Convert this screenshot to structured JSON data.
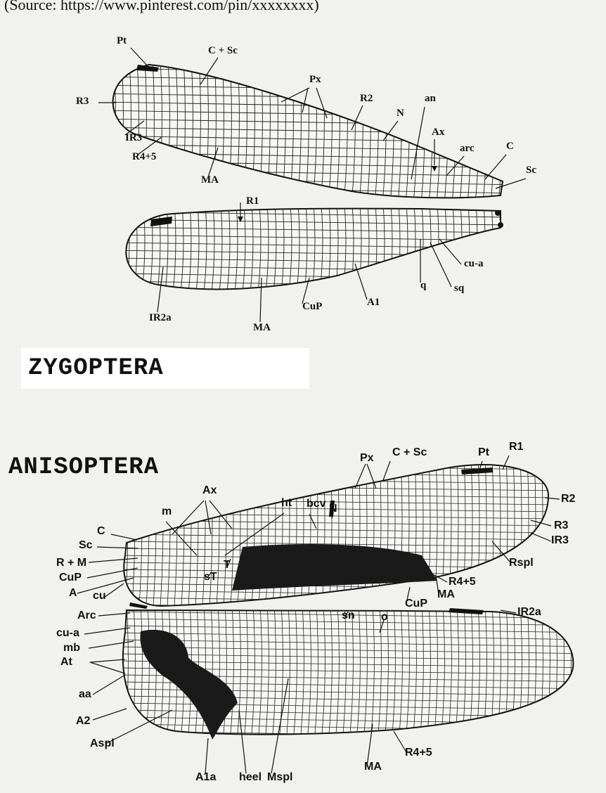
{
  "top_caption": "(Source: https://www.pinterest.com/pin/xxxxxxxx)",
  "zygoptera": {
    "title": "ZYGOPTERA",
    "labels": [
      "Pt",
      "C + Sc",
      "Px",
      "R2",
      "N",
      "an",
      "Ax",
      "arc",
      "C",
      "Sc",
      "R3",
      "IR3",
      "R4+5",
      "MA",
      "R1",
      "cu-a",
      "sq",
      "q",
      "A1",
      "CuP",
      "MA",
      "IR2a"
    ]
  },
  "anisoptera": {
    "title": "ANISOPTERA",
    "labels": [
      "Pt",
      "R1",
      "Px",
      "C + Sc",
      "R2",
      "Ax",
      "ht",
      "bcv",
      "N",
      "m",
      "C",
      "Sc",
      "R + M",
      "CuP",
      "A",
      "cu",
      "sT",
      "T",
      "R3",
      "IR3",
      "Rspl",
      "R4+5",
      "MA",
      "CuP",
      "Arc",
      "sn",
      "o",
      "IR2a",
      "cu-a",
      "mb",
      "At",
      "aa",
      "A2",
      "Aspl",
      "A1a",
      "heel",
      "Mspl",
      "MA",
      "R4+5"
    ]
  },
  "colors": {
    "ink": "#111111",
    "paper": "#f1f1ef",
    "highlight_box": "#ffffff",
    "dark_fill": "#1a1a1a"
  }
}
